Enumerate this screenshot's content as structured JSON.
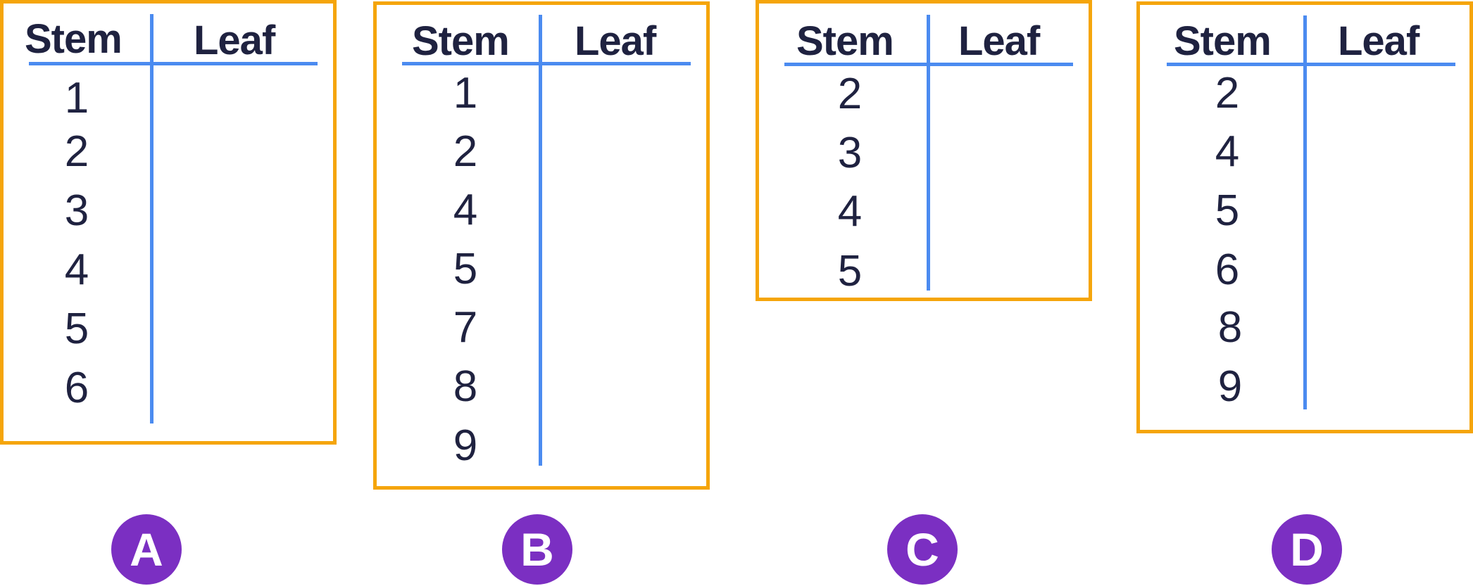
{
  "colors": {
    "border": "#f5a50b",
    "rule": "#4b8bf0",
    "text": "#1f2240",
    "badge": "#7b2fc2"
  },
  "options": [
    {
      "label": "A",
      "stem_header": "Stem",
      "leaf_header": "Leaf",
      "stems": [
        "1",
        "2",
        "3",
        "4",
        "5",
        "6"
      ]
    },
    {
      "label": "B",
      "stem_header": "Stem",
      "leaf_header": "Leaf",
      "stems": [
        "1",
        "2",
        "4",
        "5",
        "7",
        "8",
        "9"
      ]
    },
    {
      "label": "C",
      "stem_header": "Stem",
      "leaf_header": "Leaf",
      "stems": [
        "2",
        "3",
        "4",
        "5"
      ]
    },
    {
      "label": "D",
      "stem_header": "Stem",
      "leaf_header": "Leaf",
      "stems": [
        "2",
        "4",
        "5",
        "6",
        "8",
        "9"
      ]
    }
  ]
}
